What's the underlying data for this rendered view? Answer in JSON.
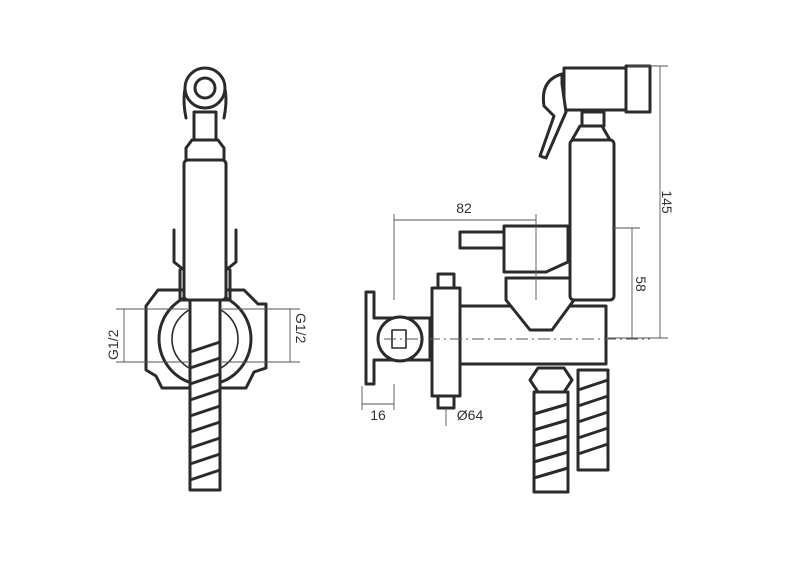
{
  "dimensions": {
    "thread_left": "G1/2",
    "thread_right": "G1/2",
    "spout_length": "82",
    "total_height": "145",
    "outlet_height": "58",
    "wall_depth": "16",
    "flange_diameter": "Ø64"
  }
}
